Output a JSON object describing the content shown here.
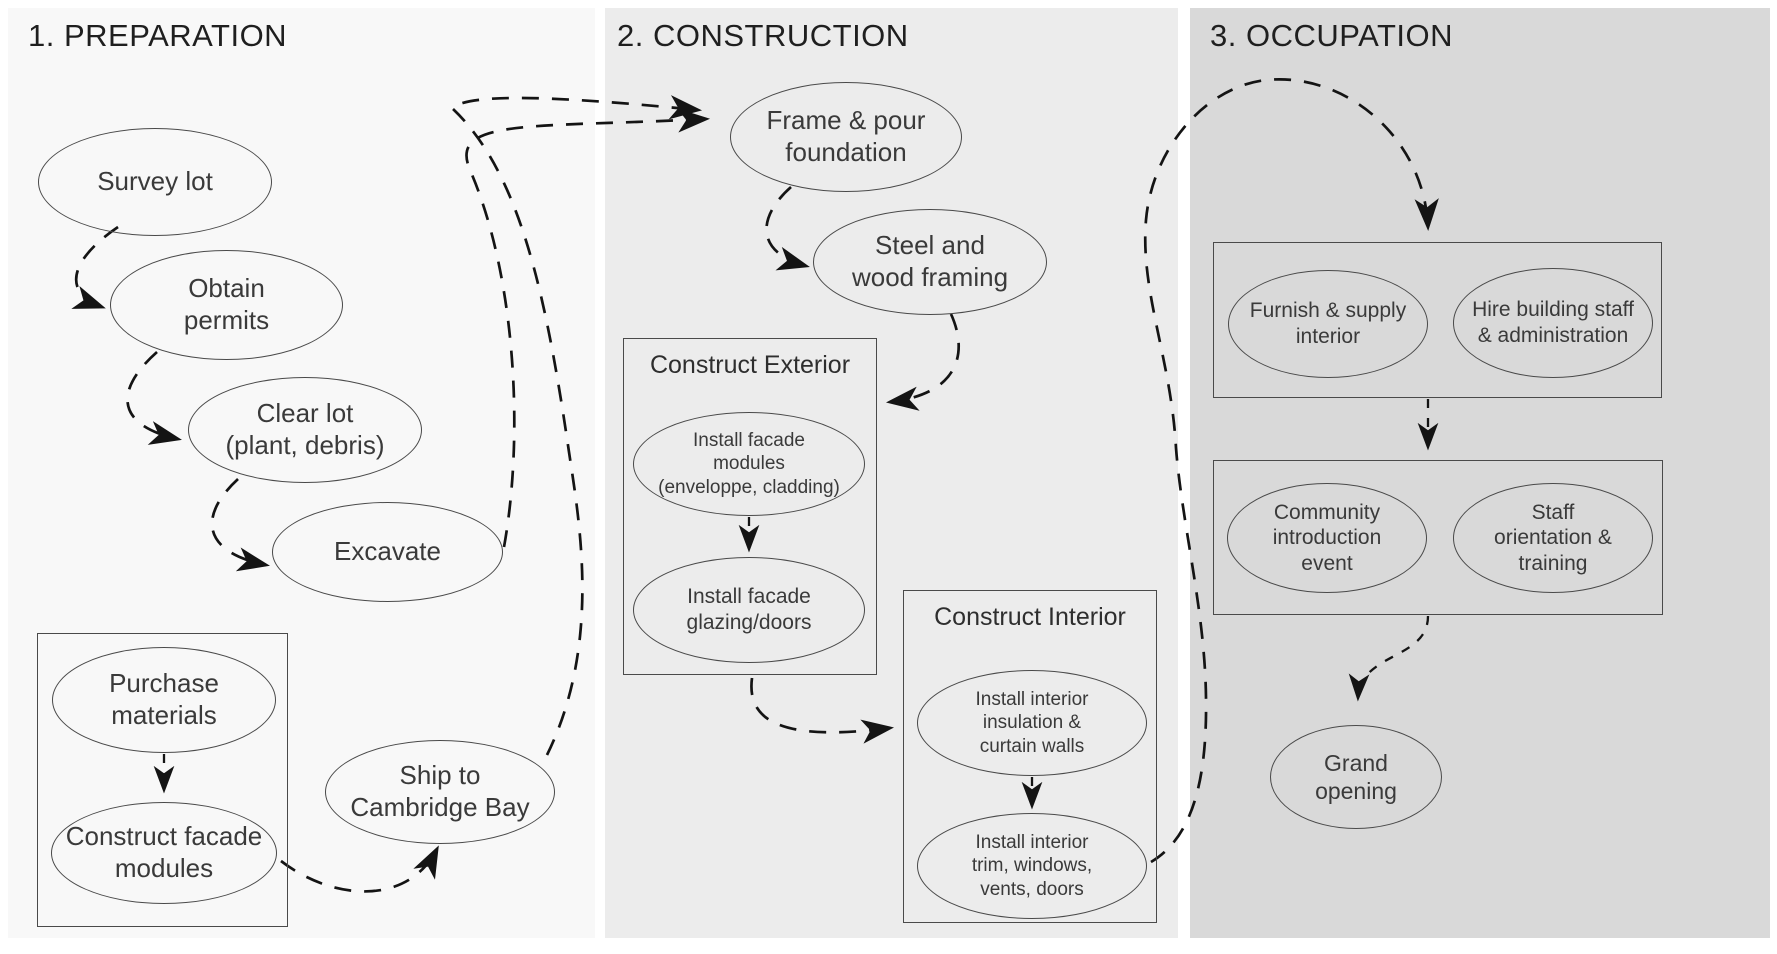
{
  "sections": {
    "preparation": {
      "title": "1. PREPARATION",
      "bg": "#f8f8f8"
    },
    "construction": {
      "title": "2. CONSTRUCTION",
      "bg": "#ececec"
    },
    "occupation": {
      "title": "3. OCCUPATION",
      "bg": "#d9d9d9"
    }
  },
  "groups": {
    "construct_exterior": {
      "title": "Construct Exterior"
    },
    "construct_interior": {
      "title": "Construct Interior"
    }
  },
  "nodes": {
    "survey_lot": {
      "label": "Survey lot"
    },
    "obtain_permits": {
      "label": "Obtain\npermits"
    },
    "clear_lot": {
      "label": "Clear lot\n(plant, debris)"
    },
    "excavate": {
      "label": "Excavate"
    },
    "purchase_materials": {
      "label": "Purchase\nmaterials"
    },
    "construct_facade_modules": {
      "label": "Construct facade\nmodules"
    },
    "ship_to_cambridge_bay": {
      "label": "Ship to\nCambridge Bay"
    },
    "frame_pour_foundation": {
      "label": "Frame & pour\nfoundation"
    },
    "steel_wood_framing": {
      "label": "Steel and\nwood framing"
    },
    "install_facade_modules": {
      "label": "Install facade\nmodules\n(enveloppe, cladding)"
    },
    "install_facade_glazing": {
      "label": "Install facade\nglazing/doors"
    },
    "install_interior_insulation": {
      "label": "Install interior\ninsulation &\ncurtain walls"
    },
    "install_interior_trim": {
      "label": "Install interior\ntrim, windows,\nvents, doors"
    },
    "furnish_supply_interior": {
      "label": "Furnish & supply\ninterior"
    },
    "hire_building_staff": {
      "label": "Hire building staff\n& administration"
    },
    "community_introduction": {
      "label": "Community\nintroduction\nevent"
    },
    "staff_orientation": {
      "label": "Staff\norientation &\ntraining"
    },
    "grand_opening": {
      "label": "Grand opening"
    }
  },
  "edges": [
    {
      "from": "survey_lot",
      "to": "obtain_permits"
    },
    {
      "from": "obtain_permits",
      "to": "clear_lot"
    },
    {
      "from": "clear_lot",
      "to": "excavate"
    },
    {
      "from": "excavate",
      "to": "frame_pour_foundation"
    },
    {
      "from": "purchase_materials",
      "to": "construct_facade_modules"
    },
    {
      "from": "construct_facade_modules",
      "to": "ship_to_cambridge_bay"
    },
    {
      "from": "ship_to_cambridge_bay",
      "to": "frame_pour_foundation"
    },
    {
      "from": "frame_pour_foundation",
      "to": "steel_wood_framing"
    },
    {
      "from": "steel_wood_framing",
      "to": "construct_exterior"
    },
    {
      "from": "install_facade_modules",
      "to": "install_facade_glazing"
    },
    {
      "from": "construct_exterior",
      "to": "construct_interior"
    },
    {
      "from": "install_interior_insulation",
      "to": "install_interior_trim"
    },
    {
      "from": "construct_interior",
      "to": "occupation_stage_1"
    },
    {
      "from": "occupation_stage_1",
      "to": "occupation_stage_2"
    },
    {
      "from": "occupation_stage_2",
      "to": "grand_opening"
    }
  ],
  "colors": {
    "section1_bg": "#f8f8f8",
    "section2_bg": "#ececec",
    "section3_bg": "#d9d9d9",
    "node_stroke": "#4a4a4a",
    "edge_stroke": "#141414",
    "text": "#3a3a3a"
  }
}
